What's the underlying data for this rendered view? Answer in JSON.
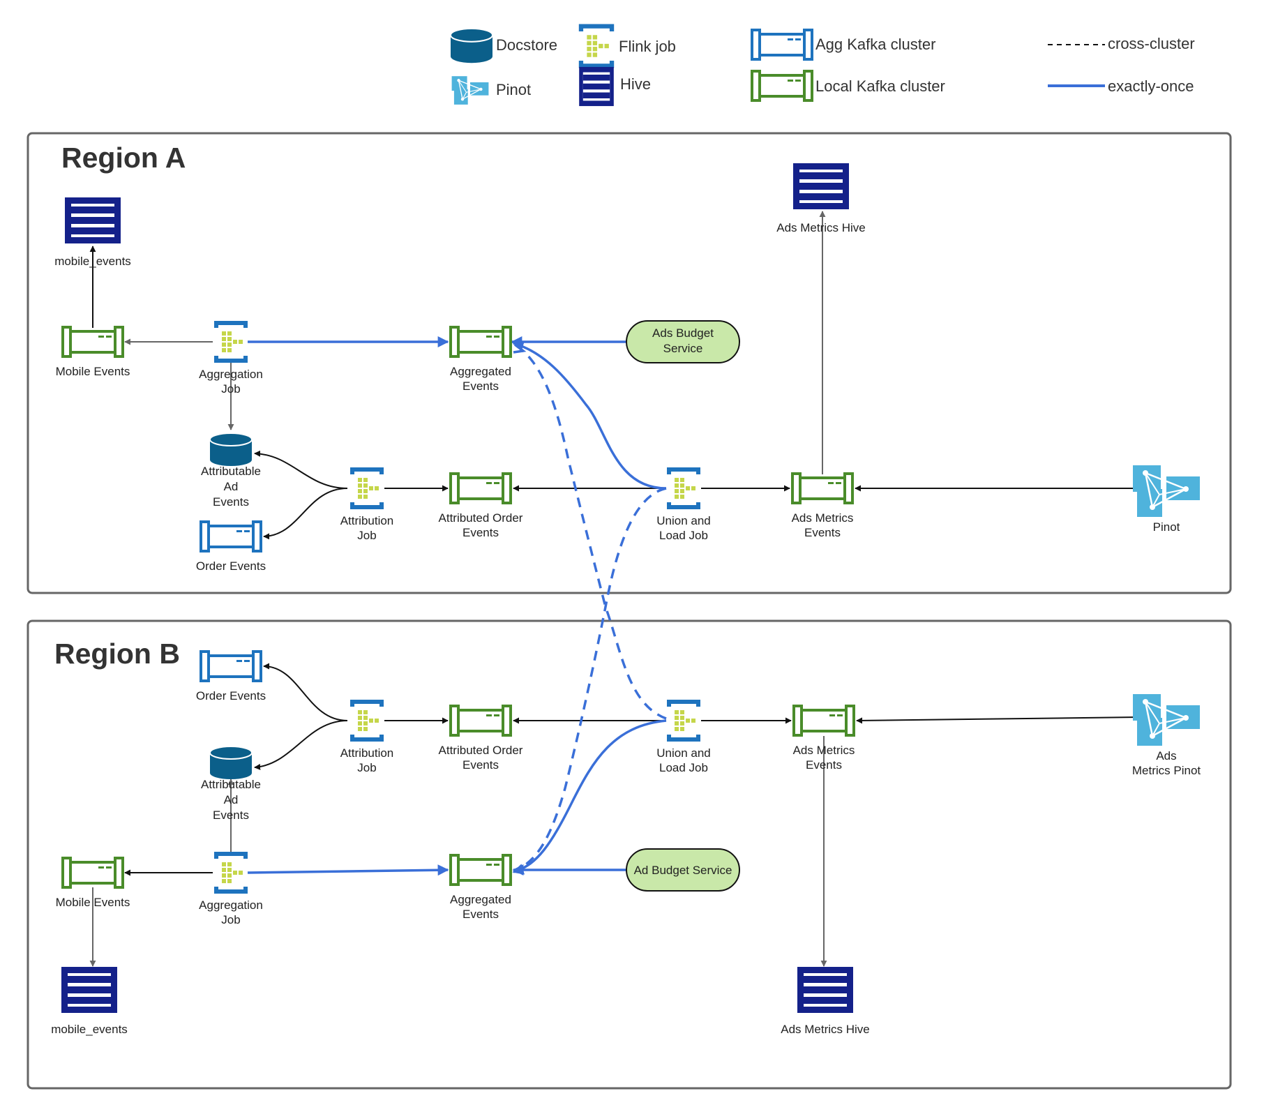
{
  "legend": {
    "docstore": "Docstore",
    "pinot": "Pinot",
    "flink_job": "Flink job",
    "hive": "Hive",
    "agg_kafka": "Agg Kafka cluster",
    "local_kafka": "Local Kafka cluster",
    "cross_cluster": "cross-cluster",
    "exactly_once": "exactly-once"
  },
  "colors": {
    "local_kafka": "#4a8c2a",
    "agg_kafka": "#1e73be",
    "flink_frame": "#1e73be",
    "flink_fill": "#c5d64a",
    "hive": "#14218a",
    "docstore": "#0b5f8a",
    "pinot": "#4fb3dc",
    "exactly_once": "#3a6fd8",
    "service_fill": "#c9e8a9",
    "region_border": "#666666"
  },
  "region_a": {
    "title": "Region A",
    "mobile_events_hive": "mobile_events",
    "mobile_events_topic": "Mobile Events",
    "aggregation_job": [
      "Aggregation",
      "Job"
    ],
    "aggregated_events": [
      "Aggregated",
      "Events"
    ],
    "ads_budget_service": [
      "Ads Budget",
      "Service"
    ],
    "ads_metrics_hive": "Ads Metrics Hive",
    "attributable_ad_events": [
      "Attributable",
      "Ad",
      "Events"
    ],
    "order_events": "Order Events",
    "attribution_job": [
      "Attribution",
      "Job"
    ],
    "attributed_order_events": [
      "Attributed Order",
      "Events"
    ],
    "union_load_job": [
      "Union and",
      "Load Job"
    ],
    "ads_metrics_events": [
      "Ads Metrics",
      "Events"
    ],
    "pinot": "Pinot"
  },
  "region_b": {
    "title": "Region B",
    "order_events": "Order Events",
    "attribution_job": [
      "Attribution",
      "Job"
    ],
    "attributed_order_events": [
      "Attributed Order",
      "Events"
    ],
    "union_load_job": [
      "Union and",
      "Load Job"
    ],
    "ads_metrics_events": [
      "Ads Metrics",
      "Events"
    ],
    "ads_metrics_pinot": [
      "Ads",
      "Metrics Pinot"
    ],
    "attributable_ad_events": [
      "Attributable",
      "Ad",
      "Events"
    ],
    "mobile_events_topic": "Mobile Events",
    "aggregation_job": [
      "Aggregation",
      "Job"
    ],
    "aggregated_events": [
      "Aggregated",
      "Events"
    ],
    "ad_budget_service": "Ad Budget Service",
    "mobile_events_hive": "mobile_events",
    "ads_metrics_hive": "Ads Metrics Hive"
  }
}
